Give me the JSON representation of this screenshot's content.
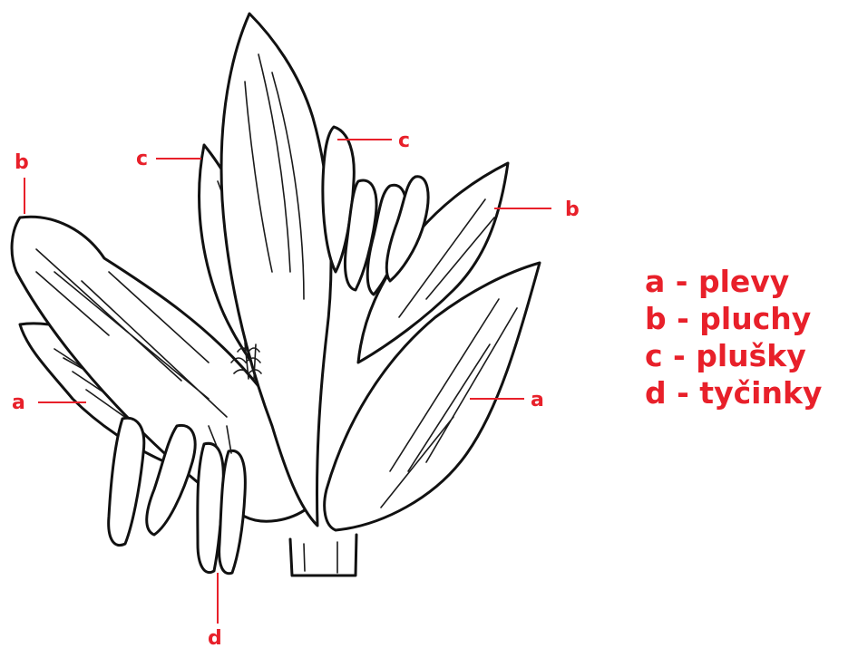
{
  "callouts": {
    "b_left": "b",
    "c_left": "c",
    "c_top": "c",
    "b_right": "b",
    "a_left": "a",
    "a_right": "a",
    "d_bottom": "d"
  },
  "legend": [
    "a - plevy",
    "b - pluchy",
    "c - plušky",
    "d - tyčinky"
  ],
  "colors": {
    "label": "#e8202a",
    "ink": "#111111",
    "background": "#ffffff"
  }
}
